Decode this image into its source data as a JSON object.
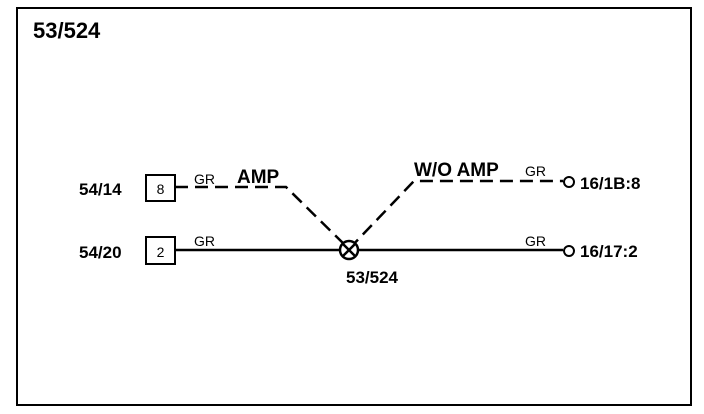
{
  "diagram": {
    "title": "53/524",
    "splice": {
      "label": "53/524"
    },
    "wires": {
      "upper_left": {
        "ref": "54/14",
        "pin": "8",
        "color": "GR",
        "option": "AMP"
      },
      "lower_left": {
        "ref": "54/20",
        "pin": "2",
        "color": "GR"
      },
      "upper_right": {
        "ref": "16/1B:8",
        "color": "GR",
        "option": "W/O AMP"
      },
      "lower_right": {
        "ref": "16/17:2",
        "color": "GR"
      }
    }
  }
}
